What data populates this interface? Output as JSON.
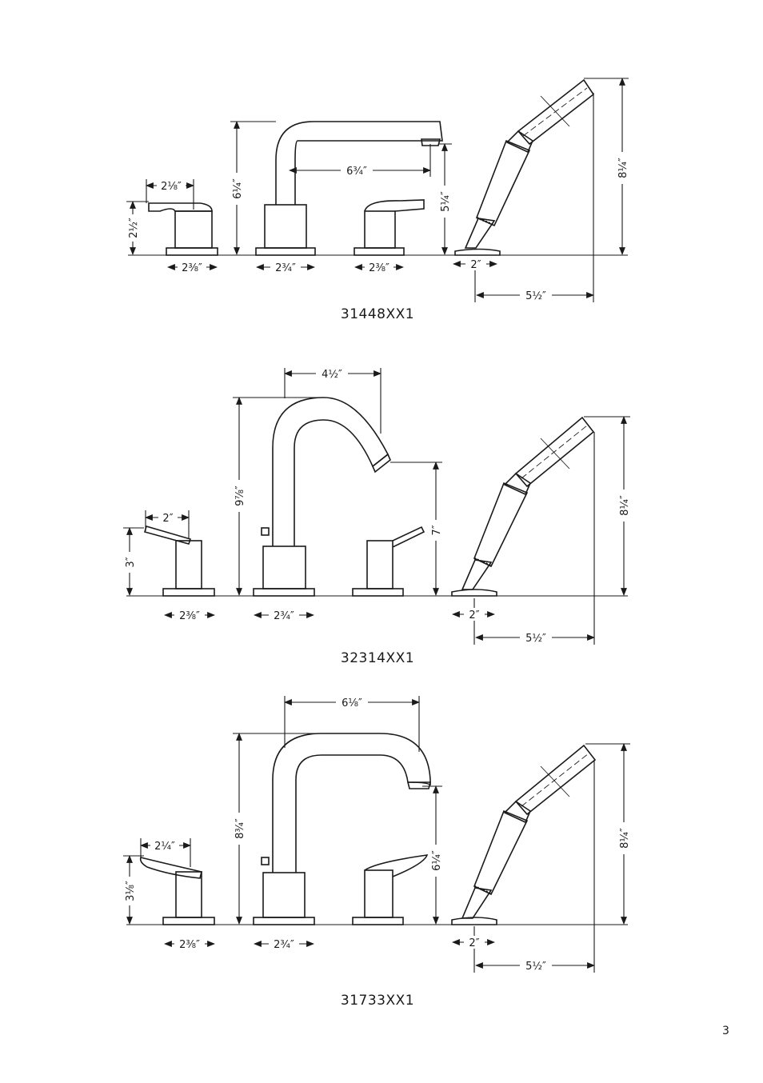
{
  "page_number": "3",
  "colors": {
    "line": "#1a1a1a",
    "background": "#ffffff"
  },
  "diagrams": [
    {
      "model": "31448XX1",
      "dims": {
        "lever_width": "2⅛″",
        "lever_height": "2½″",
        "base_left": "2⅜″",
        "spout_height": "6¼″",
        "spout_reach": "6¾″",
        "spout_base": "2¾″",
        "base_right": "2⅜″",
        "outlet_height": "5¼″",
        "shower_base": "2″",
        "shower_reach": "5½″",
        "shower_height": "8¼″"
      }
    },
    {
      "model": "32314XX1",
      "dims": {
        "lever_width": "2″",
        "lever_height": "3″",
        "base_left": "2⅜″",
        "spout_height": "9⅞″",
        "spout_reach": "4½″",
        "spout_base": "2¾″",
        "outlet_height": "7″",
        "shower_base": "2″",
        "shower_reach": "5½″",
        "shower_height": "8¼″"
      }
    },
    {
      "model": "31733XX1",
      "dims": {
        "lever_width": "2¼″",
        "lever_height": "3⅛″",
        "base_left": "2⅜″",
        "spout_height": "8¾″",
        "spout_reach": "6⅛″",
        "spout_base": "2¾″",
        "outlet_height": "6¼″",
        "shower_base": "2″",
        "shower_reach": "5½″",
        "shower_height": "8¼″"
      }
    }
  ]
}
